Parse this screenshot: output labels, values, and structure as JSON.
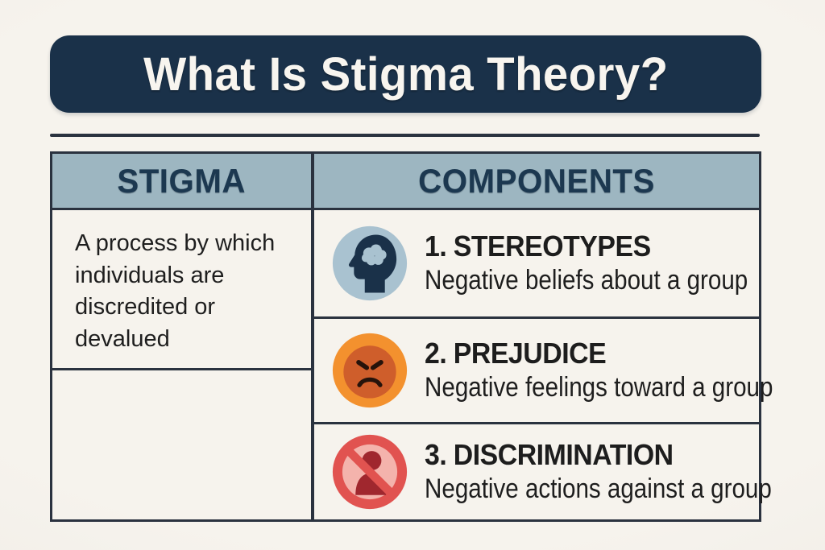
{
  "page": {
    "title": "What Is Stigma Theory?"
  },
  "table": {
    "columns": [
      "STIGMA",
      "COMPONENTS"
    ],
    "definition": "A process by which individuals are discredited or devalued",
    "components": [
      {
        "number": "1.",
        "name": "STEREOTYPES",
        "description": "Negative beliefs about a group",
        "icon": "head-with-brain-icon"
      },
      {
        "number": "2.",
        "name": "PREJUDICE",
        "description": "Negative feelings toward a group",
        "icon": "angry-face-icon"
      },
      {
        "number": "3.",
        "name": "DISCRIMINATION",
        "description": "Negative actions against a group",
        "icon": "no-person-icon"
      }
    ]
  },
  "colors": {
    "background": "#f6f3ed",
    "banner": "#1a3149",
    "banner_text": "#f8f5ef",
    "header_bg": "#9db6c1",
    "header_text": "#1c3850",
    "border": "#2a323f",
    "body_text": "#1e1e1e",
    "stereotype_circle": "#a9c2d0",
    "stereotype_glyph": "#1a3149",
    "prejudice_outer": "#f3912e",
    "prejudice_inner": "#cf5e2b",
    "prejudice_glyph": "#26130b",
    "discrimination_outer": "#e15350",
    "discrimination_inner": "#f4b3ac",
    "discrimination_glyph": "#a0272e"
  }
}
